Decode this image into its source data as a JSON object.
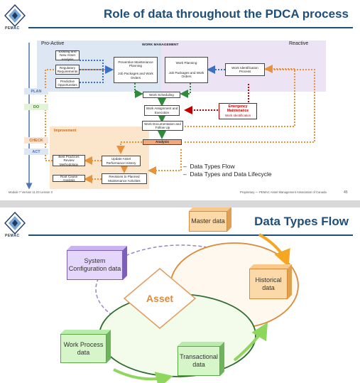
{
  "slide1": {
    "logo_text": "PEMAC",
    "title": "Role of data throughout the PDCA process",
    "pro_active": "Pro-Active",
    "work_management": "WORK MANAGEMENT",
    "reactive": "Reactive",
    "phases": [
      "PLAN",
      "DO",
      "CHECK",
      "ACT"
    ],
    "boxes": {
      "existing_asset": "Existing and New Asset Analysis",
      "regulatory": "Regulatory Requirements",
      "predictive": "Predictive Opportunities",
      "preventive": "Preventive Maintenance Planning",
      "job_packages_left": "Job Packages and Work Orders",
      "work_planning": "Work Planning",
      "job_packages_right": "Job Packages and Work Orders",
      "work_identification": "Work Identification Process",
      "work_scheduling": "Work Scheduling",
      "work_assignment": "Work Assignment and Execution",
      "emergency_title": "Emergency Maintenance",
      "emergency_sub": "Work Identification",
      "work_documentation": "Work Documentation and Follow Up",
      "analysis": "Analysis",
      "improvement": "Improvement",
      "best_practices": "Best Practices Review Methodology",
      "root_cause": "Root Cause Analysis",
      "update_asset": "Update Asset Performance History",
      "revisions": "Revisions to Planned Maintenance Activities"
    },
    "bullets": [
      "Data Types Flow",
      "Data Types and Data Lifecycle"
    ],
    "footer_left": "Module 7 Version 11.03 Lesson 3",
    "footer_right": "Proprietary — PEMAC Asset Management Association of Canada",
    "page_number": "45"
  },
  "slide2": {
    "logo_text": "PEMAC",
    "title": "Data Types Flow",
    "center": "Asset",
    "master": "Master data",
    "historical": "Historical data",
    "system_config": "System Configuration data",
    "work_process": "Work Process data",
    "transactional": "Transactional data"
  },
  "colors": {
    "title_blue": "#1f4e79",
    "orange": "#e8923a",
    "green": "#6cc04a",
    "purple": "#9a84c9",
    "red": "#c00000",
    "blue_dotted": "#3a6fc4"
  }
}
